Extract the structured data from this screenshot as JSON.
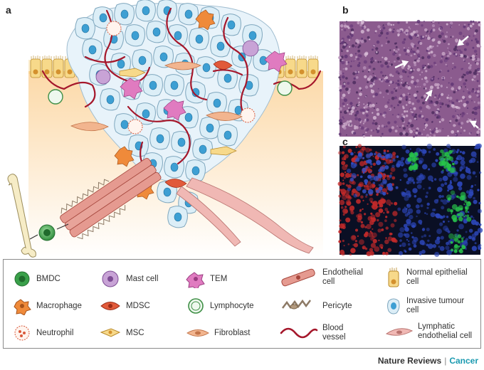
{
  "panels": {
    "a": "a",
    "b": "b",
    "c": "c"
  },
  "legend": {
    "bmdc": "BMDC",
    "macrophage": "Macrophage",
    "neutrophil": "Neutrophil",
    "mast_cell": "Mast cell",
    "mdsc": "MDSC",
    "msc": "MSC",
    "tem": "TEM",
    "lymphocyte": "Lymphocyte",
    "fibroblast": "Fibroblast",
    "endothelial": "Endothelial cell",
    "pericyte": "Pericyte",
    "blood_vessel": "Blood vessel",
    "normal_epithelial": "Normal epithelial cell",
    "invasive_tumour": "Invasive tumour cell",
    "lymphatic": "Lymphatic endothelial cell"
  },
  "credit": {
    "journal": "Nature Reviews",
    "sep": "|",
    "section": "Cancer"
  },
  "colors": {
    "tumour_fill": "#dceef7",
    "tumour_stroke": "#7fa7be",
    "nucleus": "#3d9fd3",
    "vessel": "#a5172b",
    "stroma": "#fde7c4",
    "epithelium": "#f7d98a",
    "endothelial": "#e59a90",
    "bmdc": "#3aa04a",
    "macrophage": "#ef8a3a",
    "mast": "#c8a3d6",
    "tem": "#e07bc0",
    "fibroblast": "#f2b58f",
    "lymphatic": "#f0b8b4",
    "credit_accent": "#1a9ab0"
  }
}
